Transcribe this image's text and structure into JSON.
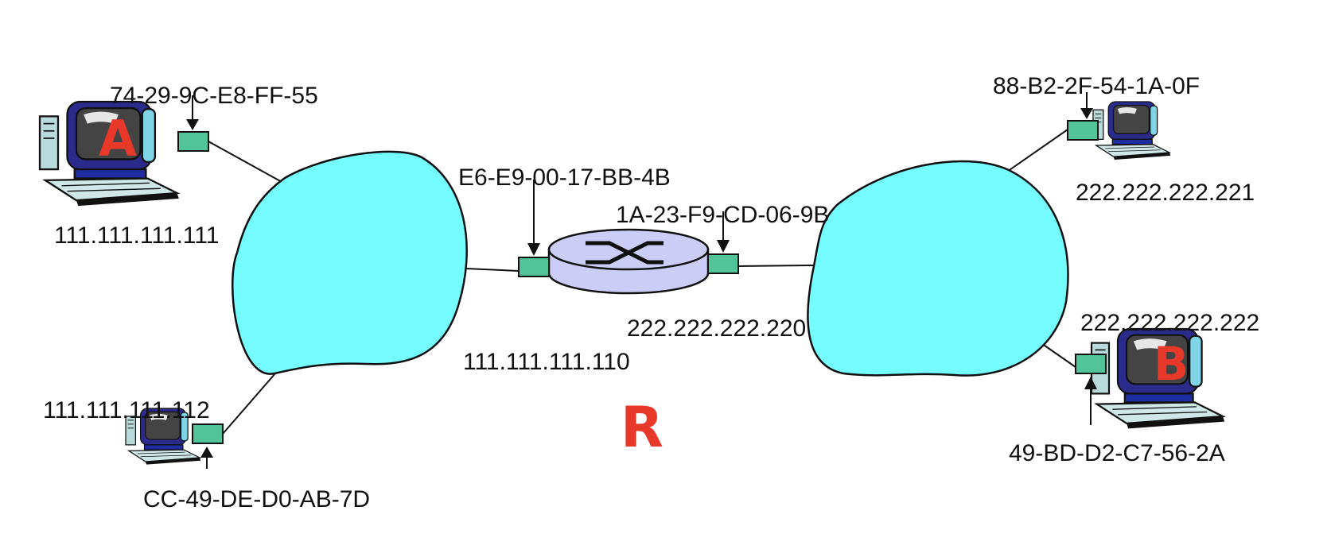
{
  "colors": {
    "subnet_fill": "#74fcff",
    "adapter_fill": "#52c49a",
    "router_fill": "#cccdf7",
    "host_tag": "#e8382a",
    "line": "#111111"
  },
  "hosts": {
    "a": {
      "tag": "A",
      "mac": "74-29-9C-E8-FF-55",
      "ip": "111.111.111.111"
    },
    "c": {
      "mac": "CC-49-DE-D0-AB-7D",
      "ip": "111.111.111.112"
    },
    "d": {
      "mac": "88-B2-2F-54-1A-0F",
      "ip": "222.222.222.221"
    },
    "b": {
      "tag": "B",
      "mac": "49-BD-D2-C7-56-2A",
      "ip": "222.222.222.222"
    }
  },
  "router": {
    "tag": "R",
    "left_interface": {
      "mac": "E6-E9-00-17-BB-4B",
      "ip": "111.111.111.110"
    },
    "right_interface": {
      "mac": "1A-23-F9-CD-06-9B",
      "ip": "222.222.222.220"
    }
  },
  "icons": {
    "computer": "desktop-computer-icon",
    "router": "router-icon",
    "subnet": "cloud-subnet-icon"
  }
}
